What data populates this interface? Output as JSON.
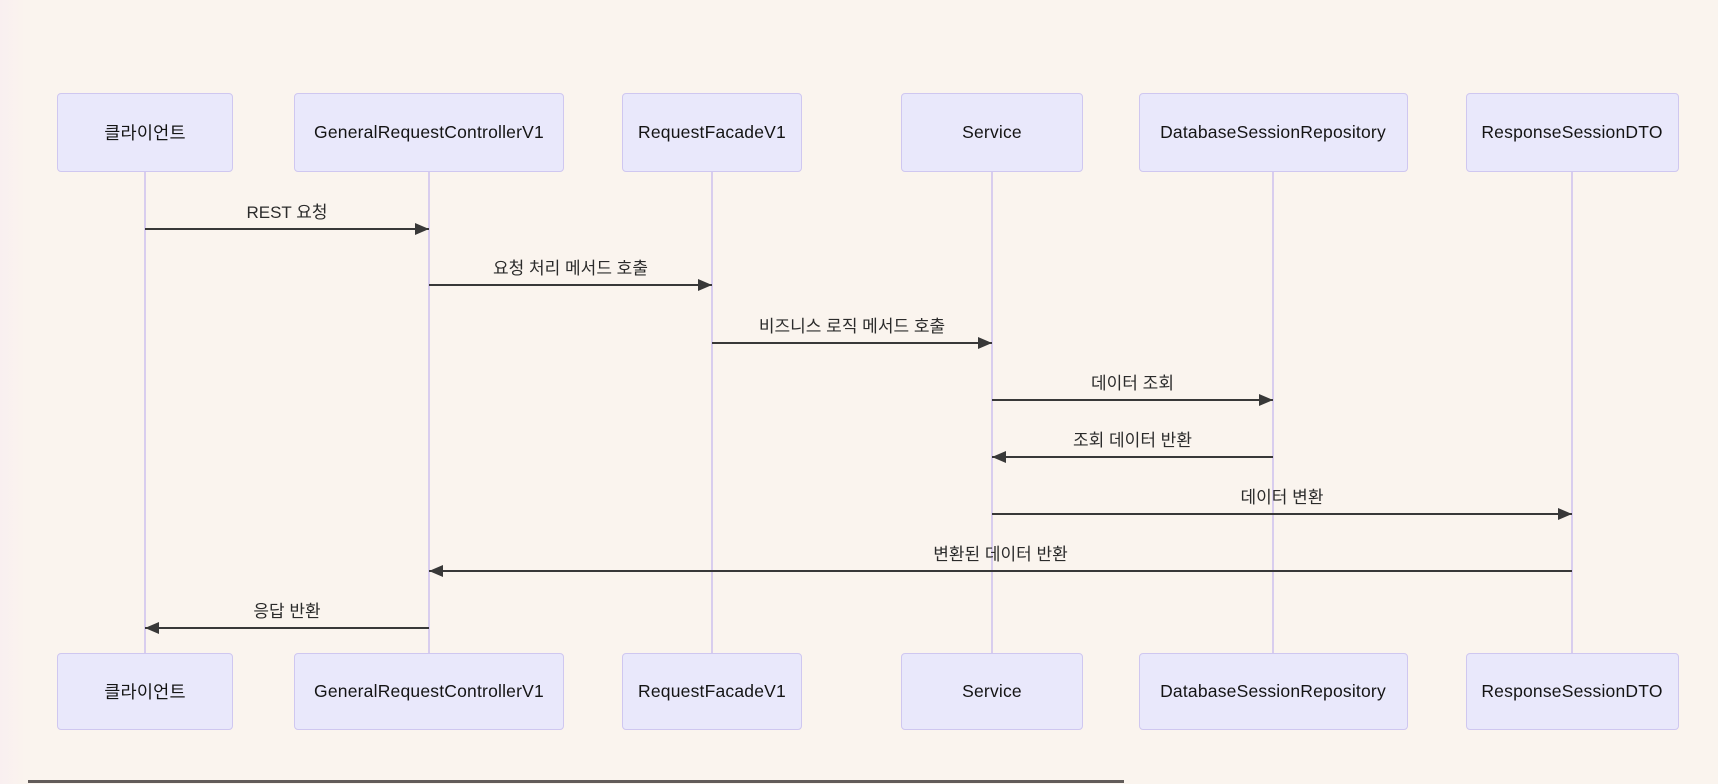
{
  "diagram": {
    "type": "sequence",
    "actors": [
      {
        "name": "클라이언트"
      },
      {
        "name": "GeneralRequestControllerV1"
      },
      {
        "name": "RequestFacadeV1"
      },
      {
        "name": "Service"
      },
      {
        "name": "DatabaseSessionRepository"
      },
      {
        "name": "ResponseSessionDTO"
      }
    ],
    "messages": [
      {
        "text": "REST 요청",
        "from": "클라이언트",
        "to": "GeneralRequestControllerV1"
      },
      {
        "text": "요청 처리 메서드 호출",
        "from": "GeneralRequestControllerV1",
        "to": "RequestFacadeV1"
      },
      {
        "text": "비즈니스 로직 메서드 호출",
        "from": "RequestFacadeV1",
        "to": "Service"
      },
      {
        "text": "데이터 조회",
        "from": "Service",
        "to": "DatabaseSessionRepository"
      },
      {
        "text": "조회 데이터 반환",
        "from": "DatabaseSessionRepository",
        "to": "Service"
      },
      {
        "text": "데이터 변환",
        "from": "Service",
        "to": "ResponseSessionDTO"
      },
      {
        "text": "변환된 데이터 반환",
        "from": "ResponseSessionDTO",
        "to": "GeneralRequestControllerV1"
      },
      {
        "text": "응답 반환",
        "from": "GeneralRequestControllerV1",
        "to": "클라이언트"
      }
    ],
    "colors": {
      "background": "#faf4ee",
      "actor_fill": "#e9e8fb",
      "actor_border": "#cfc7f0",
      "lifeline": "#d8cdee",
      "arrow": "#383838",
      "text": "#141414"
    }
  }
}
